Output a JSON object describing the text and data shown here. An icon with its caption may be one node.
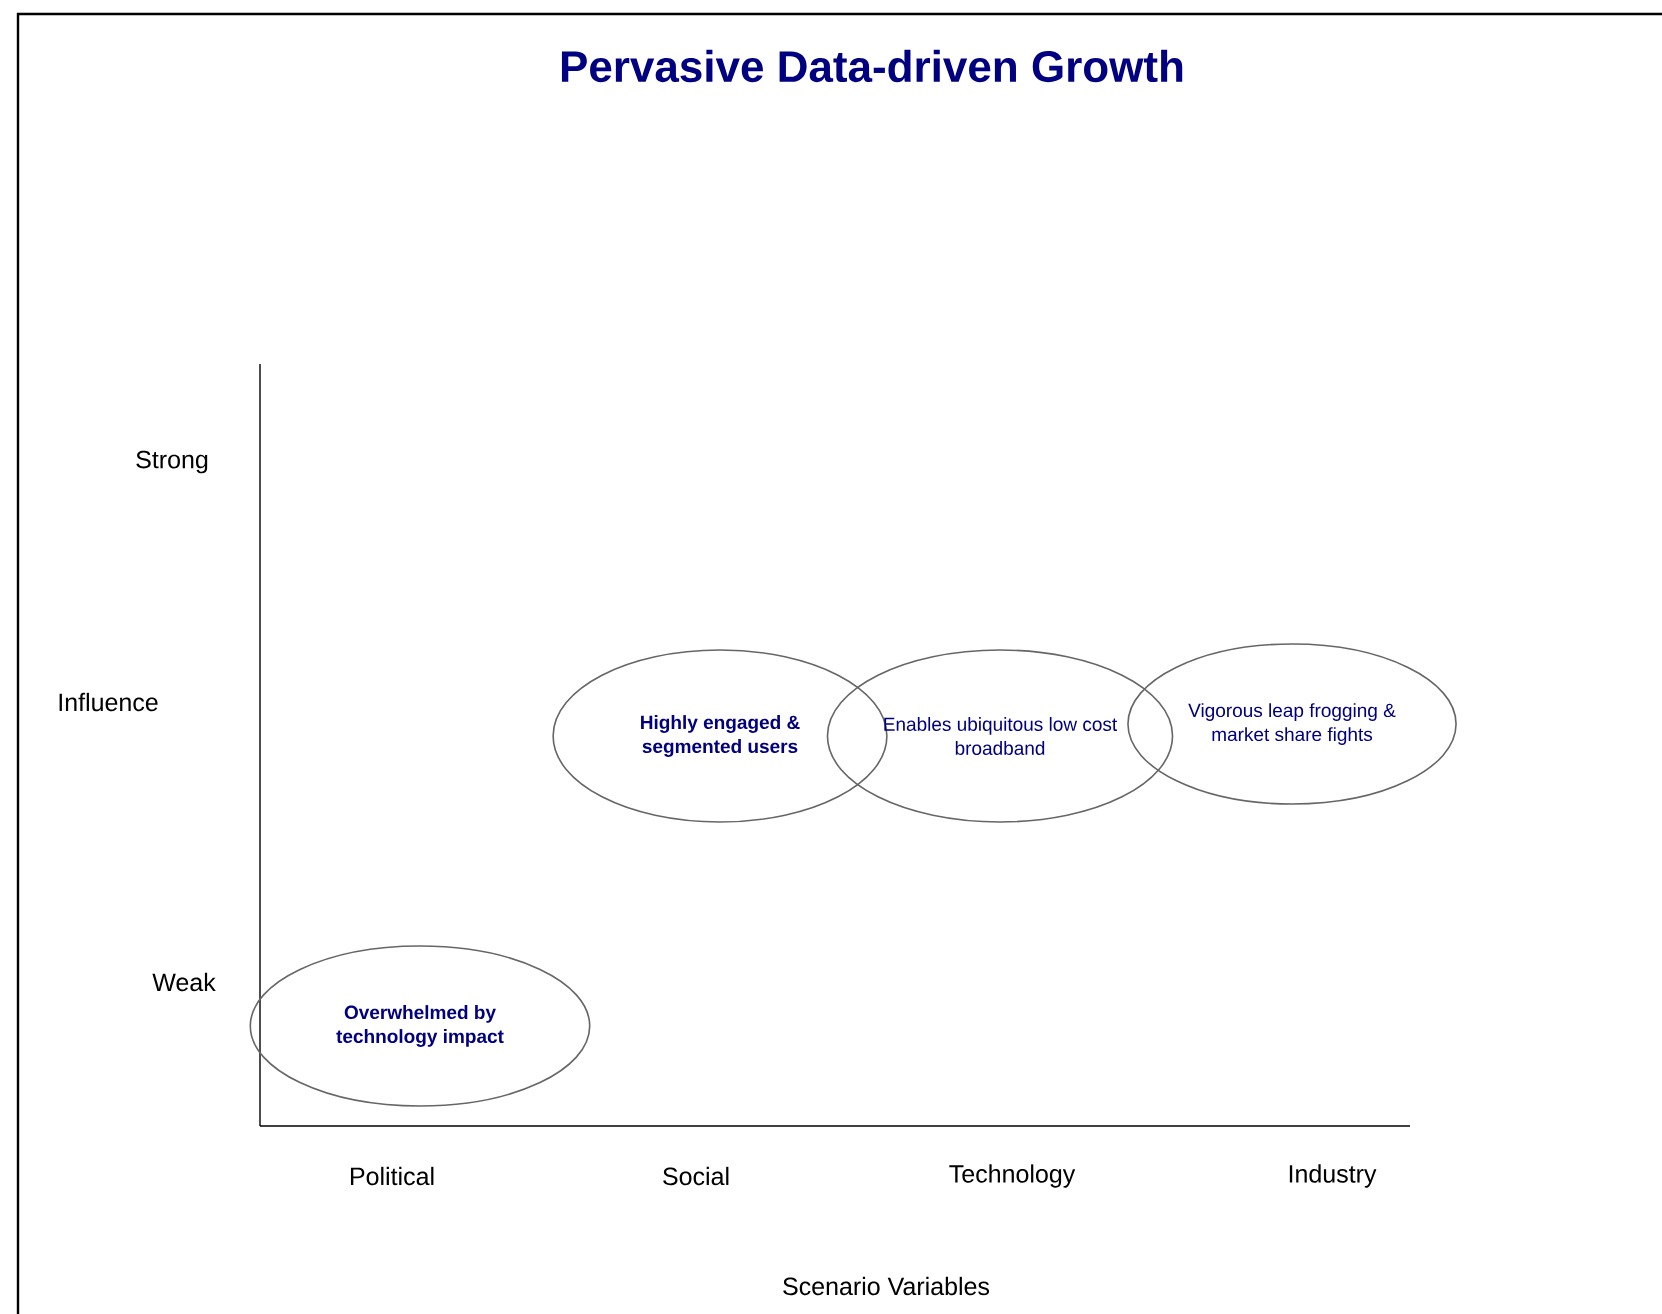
{
  "diagram": {
    "title": "Pervasive Data-driven Growth",
    "nodes": [
      {
        "text": [
          "Overwhelmed by technology impact"
        ]
      },
      {
        "text": [
          "Highly engaged & segmented users"
        ]
      },
      {
        "text": [
          "Enables ubiquitous low  cost broadband"
        ]
      },
      {
        "text": [
          "Vigorous leap frogging  & market share fights"
        ]
      }
    ],
    "labels": [
      "Strong",
      "Influence",
      "Weak",
      "Political",
      "Social",
      "Technology",
      "Industry",
      "Scenario Variables"
    ]
  }
}
